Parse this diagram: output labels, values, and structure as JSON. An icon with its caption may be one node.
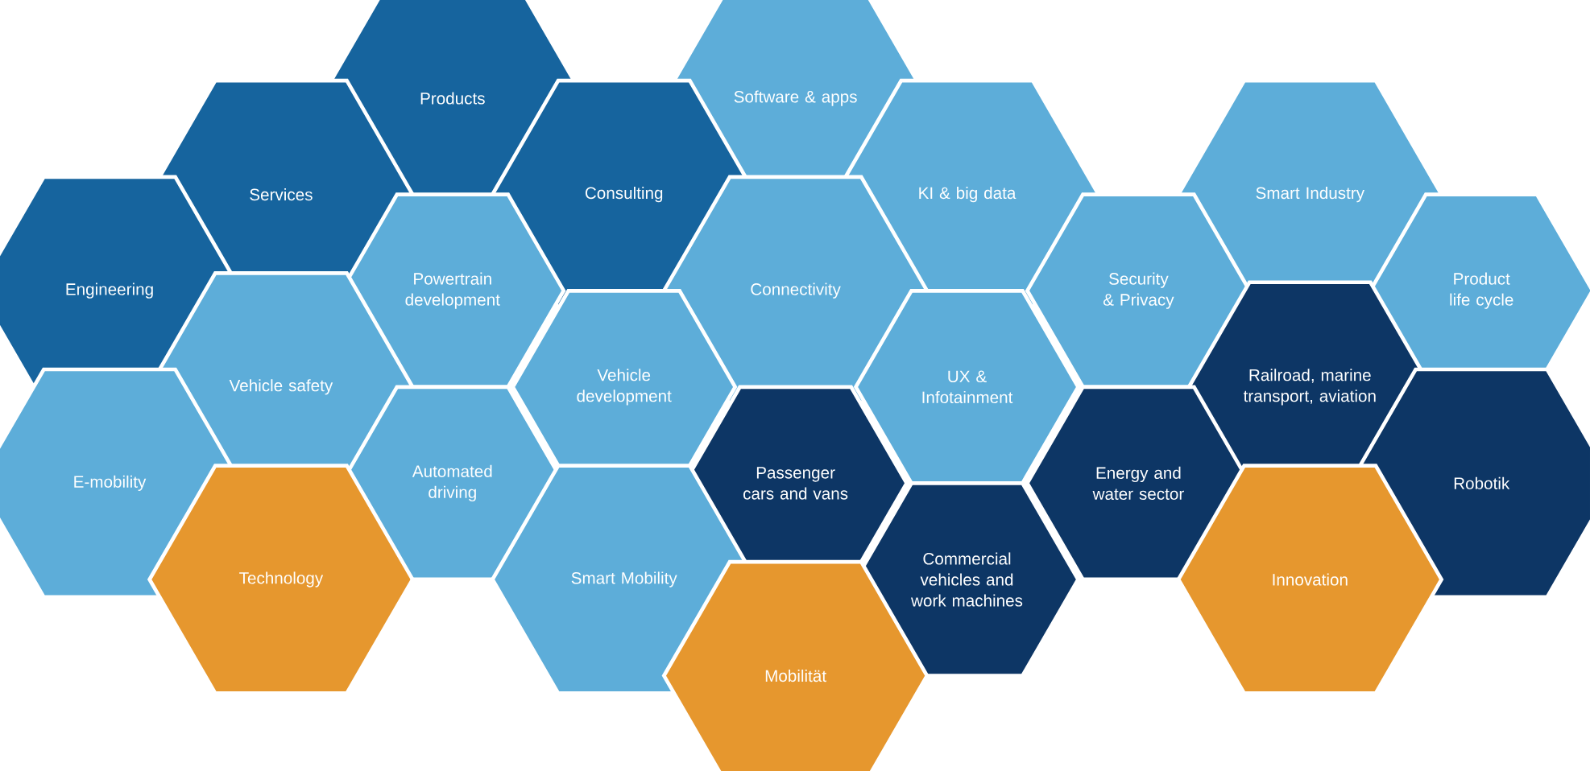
{
  "diagram": {
    "nodes": [
      {
        "text": [
          "Products"
        ]
      },
      {
        "text": [
          "Software & apps"
        ]
      },
      {
        "text": [
          "Services"
        ]
      },
      {
        "text": [
          "Consulting"
        ]
      },
      {
        "text": [
          "KI & big data"
        ]
      },
      {
        "text": [
          "Smart Industry"
        ]
      },
      {
        "text": [
          "Engineering"
        ]
      },
      {
        "text": [
          "Powertrain development"
        ]
      },
      {
        "text": [
          "Connectivity"
        ]
      },
      {
        "text": [
          "Security & Privacy"
        ]
      },
      {
        "text": [
          "Product life cycle"
        ]
      },
      {
        "text": [
          "Vehicle safety"
        ]
      },
      {
        "text": [
          "Vehicle development"
        ]
      },
      {
        "text": [
          "UX & Infotainment"
        ]
      },
      {
        "text": [
          "Railroad, marine transport, aviation"
        ]
      },
      {
        "text": [
          "E-mobility"
        ]
      },
      {
        "text": [
          "Automated driving"
        ]
      },
      {
        "text": [
          "Passenger cars and vans"
        ]
      },
      {
        "text": [
          "Energy and water sector"
        ]
      },
      {
        "text": [
          "Robotik"
        ]
      },
      {
        "text": [
          "Technology"
        ]
      },
      {
        "text": [
          "Smart Mobility"
        ]
      },
      {
        "text": [
          "Commercial vehicles and work machines"
        ]
      },
      {
        "text": [
          "Innovation"
        ]
      },
      {
        "text": [
          "Mobilität"
        ]
      }
    ]
  }
}
